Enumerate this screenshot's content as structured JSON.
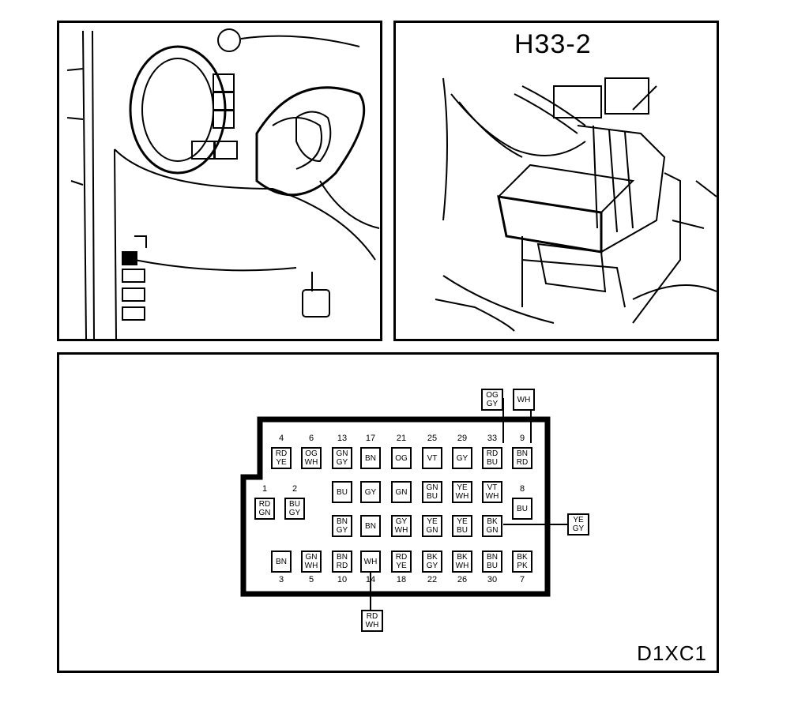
{
  "panels": {
    "location_title": "H33-2",
    "connector_title": "D1XC1"
  },
  "pins": [
    {
      "num": "4",
      "colors": [
        "RD",
        "YE"
      ]
    },
    {
      "num": "6",
      "colors": [
        "OG",
        "WH"
      ]
    },
    {
      "num": "13",
      "colors": [
        "GN",
        "GY"
      ]
    },
    {
      "num": "17",
      "colors": [
        "BN"
      ]
    },
    {
      "num": "21",
      "colors": [
        "OG"
      ]
    },
    {
      "num": "25",
      "colors": [
        "VT"
      ]
    },
    {
      "num": "29",
      "colors": [
        "GY"
      ]
    },
    {
      "num": "33",
      "colors": [
        "RD",
        "BU"
      ]
    },
    {
      "num": "9",
      "colors": [
        "BN",
        "RD"
      ]
    },
    {
      "num": "1",
      "colors": [
        "RD",
        "GN"
      ]
    },
    {
      "num": "2",
      "colors": [
        "BU",
        "GY"
      ]
    },
    {
      "num": "",
      "colors": [
        "BU"
      ]
    },
    {
      "num": "",
      "colors": [
        "GY"
      ]
    },
    {
      "num": "",
      "colors": [
        "GN"
      ]
    },
    {
      "num": "",
      "colors": [
        "GN",
        "BU"
      ]
    },
    {
      "num": "",
      "colors": [
        "YE",
        "WH"
      ]
    },
    {
      "num": "",
      "colors": [
        "VT",
        "WH"
      ]
    },
    {
      "num": "8",
      "colors": [
        "BU"
      ]
    },
    {
      "num": "",
      "colors": [
        "BN",
        "GY"
      ]
    },
    {
      "num": "",
      "colors": [
        "BN"
      ]
    },
    {
      "num": "",
      "colors": [
        "GY",
        "WH"
      ]
    },
    {
      "num": "",
      "colors": [
        "YE",
        "GN"
      ]
    },
    {
      "num": "",
      "colors": [
        "YE",
        "BU"
      ]
    },
    {
      "num": "",
      "colors": [
        "BK",
        "GN"
      ]
    },
    {
      "num": "3",
      "colors": [
        "BN"
      ]
    },
    {
      "num": "5",
      "colors": [
        "GN",
        "WH"
      ]
    },
    {
      "num": "10",
      "colors": [
        "BN",
        "RD"
      ]
    },
    {
      "num": "14",
      "colors": [
        "WH"
      ]
    },
    {
      "num": "18",
      "colors": [
        "RD",
        "YE"
      ]
    },
    {
      "num": "22",
      "colors": [
        "BK",
        "GY"
      ]
    },
    {
      "num": "26",
      "colors": [
        "BK",
        "WH"
      ]
    },
    {
      "num": "30",
      "colors": [
        "BN",
        "BU"
      ]
    },
    {
      "num": "7",
      "colors": [
        "BK",
        "PK"
      ]
    }
  ],
  "splices": [
    {
      "colors": [
        "OG",
        "GY"
      ]
    },
    {
      "colors": [
        "WH"
      ]
    },
    {
      "colors": [
        "YE",
        "GY"
      ]
    },
    {
      "colors": [
        "RD",
        "WH"
      ]
    }
  ]
}
